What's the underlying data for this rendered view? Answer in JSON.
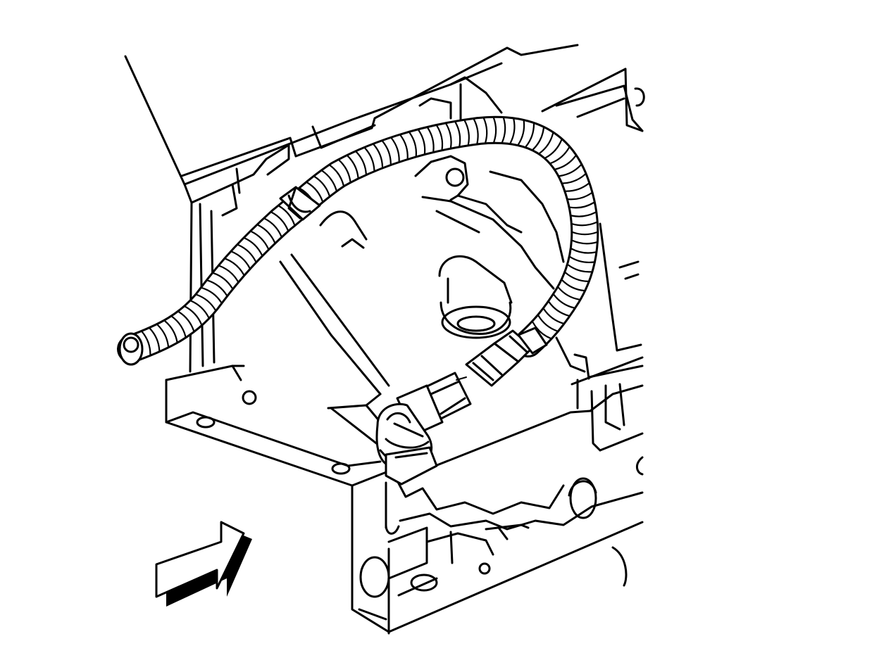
{
  "diagram": {
    "background": "#ffffff",
    "line_color": "#000000",
    "components": [
      {
        "name": "engine-block",
        "icon": "engine-block-outline"
      },
      {
        "name": "oil-pan-rail",
        "icon": "oil-pan-flange"
      },
      {
        "name": "wiring-harness",
        "icon": "corrugated-conduit"
      },
      {
        "name": "harness-connector",
        "icon": "electrical-connector"
      },
      {
        "name": "knock-sensor",
        "icon": "knock-sensor"
      },
      {
        "name": "view-arrow",
        "icon": "direction-arrow"
      }
    ]
  }
}
